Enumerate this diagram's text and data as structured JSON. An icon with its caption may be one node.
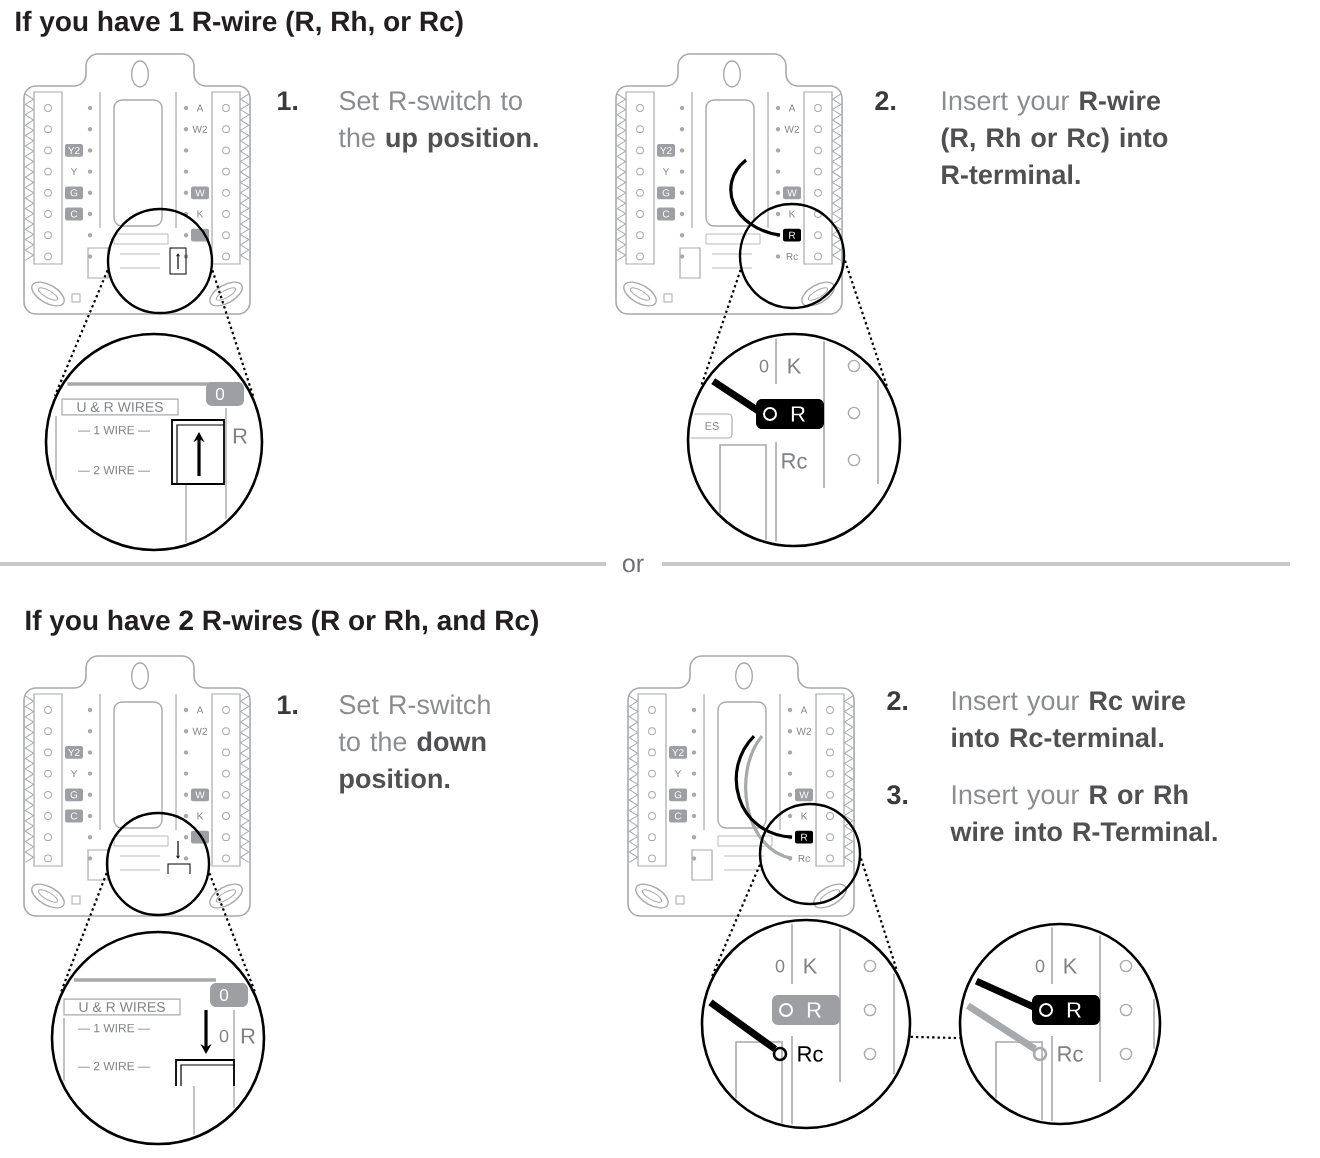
{
  "diagram": {
    "nodes": [
      {
        "text": [
          "A",
          "W2",
          "Y2",
          "Y",
          "G",
          "W",
          "C",
          "K"
        ]
      },
      {
        "text": [],
        "shape": "circle",
        "in": 0
      },
      {
        "text": [
          "0",
          "U & R WIRES",
          "— 1 WIRE —",
          "R",
          "— 2 WIRE —"
        ]
      },
      {
        "text": [
          "A",
          "W2",
          "Y2",
          "Y",
          "G",
          "W",
          "C"
        ]
      },
      {
        "text": [
          "K",
          "R",
          "Rc"
        ],
        "in": 3
      },
      {
        "text": [
          "0",
          "K",
          "ES",
          "R",
          "Rc"
        ]
      },
      {
        "text": [
          "A",
          "W2",
          "Y2",
          "Y",
          "G",
          "W",
          "C",
          "K"
        ]
      },
      {
        "text": [],
        "shape": "circle",
        "in": 6
      },
      {
        "text": [
          "0",
          "U & R WIRES",
          "— 1 WIRE —",
          "0",
          "R",
          "— 2 WIRE —"
        ]
      },
      {
        "text": [
          "A",
          "W2",
          "Y2",
          "Y",
          "G",
          "W",
          "C"
        ]
      },
      {
        "text": [
          "K",
          "R",
          "Rc"
        ],
        "in": 9
      },
      {
        "text": [
          "0",
          "K",
          "R",
          "Rc"
        ]
      },
      {
        "text": [
          "0",
          "K",
          "R",
          "Rc"
        ]
      }
    ],
    "edges": [
      {
        "from": 1,
        "to": 2,
        "arrow": "none",
        "style": "dashed"
      },
      {
        "from": 1,
        "to": 2,
        "arrow": "none",
        "style": "dashed"
      },
      {
        "from": 4,
        "to": 5,
        "arrow": "none",
        "style": "dashed"
      },
      {
        "from": 4,
        "to": 5,
        "arrow": "none",
        "style": "dashed"
      },
      {
        "from": 7,
        "to": 8,
        "arrow": "none",
        "style": "dashed"
      },
      {
        "from": 7,
        "to": 8,
        "arrow": "none",
        "style": "dashed"
      },
      {
        "from": 10,
        "to": 11,
        "arrow": "none",
        "style": "dashed"
      },
      {
        "from": 10,
        "to": 11,
        "arrow": "none",
        "style": "dashed"
      },
      {
        "from": 11,
        "to": 12,
        "arrow": "none",
        "style": "dashed"
      }
    ],
    "labels": [
      "If you have 1 R-wire (R, Rh, or Rc)",
      "1.",
      "Set R-switch to the **up position.**",
      "2.",
      "Insert your **R-wire (R, Rh or Rc) into R-terminal.**",
      "or",
      "If you have 2 R-wires (R or Rh, and Rc)",
      "1.",
      "Set R-switch to the **down position.**",
      "2.",
      "Insert your **Rc wire into Rc-terminal.**",
      "3.",
      "Insert your **R or Rh wire into R-Terminal.**"
    ]
  }
}
